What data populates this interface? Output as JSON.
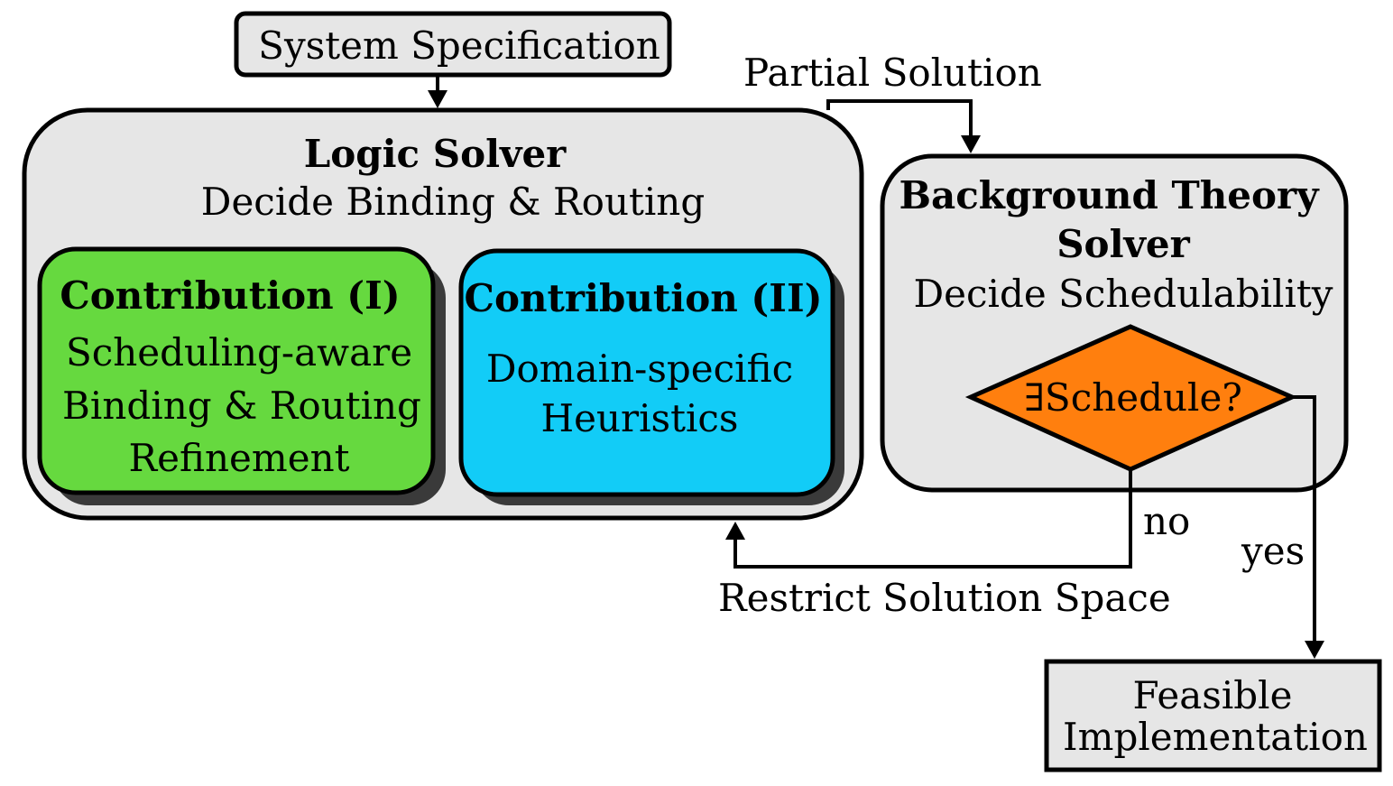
{
  "system_spec": {
    "label": "System Specification"
  },
  "logic_solver": {
    "title": "Logic Solver",
    "subtitle": "Decide Binding & Routing"
  },
  "contribution_1": {
    "title": "Contribution (I)",
    "line1": "Scheduling-aware",
    "line2": "Binding & Routing",
    "line3": "Refinement",
    "color": "#66d93f"
  },
  "contribution_2": {
    "title": "Contribution (II)",
    "line1": "Domain-specific",
    "line2": "Heuristics",
    "color": "#12ccf7"
  },
  "background_solver": {
    "title_line1": "Background Theory",
    "title_line2": "Solver",
    "subtitle": "Decide Schedulability"
  },
  "decision": {
    "label": "∃Schedule?",
    "color": "#ff7f0e"
  },
  "edges": {
    "partial_solution": "Partial Solution",
    "restrict": "Restrict Solution Space",
    "no": "no",
    "yes": "yes"
  },
  "output": {
    "line1": "Feasible",
    "line2": "Implementation"
  }
}
